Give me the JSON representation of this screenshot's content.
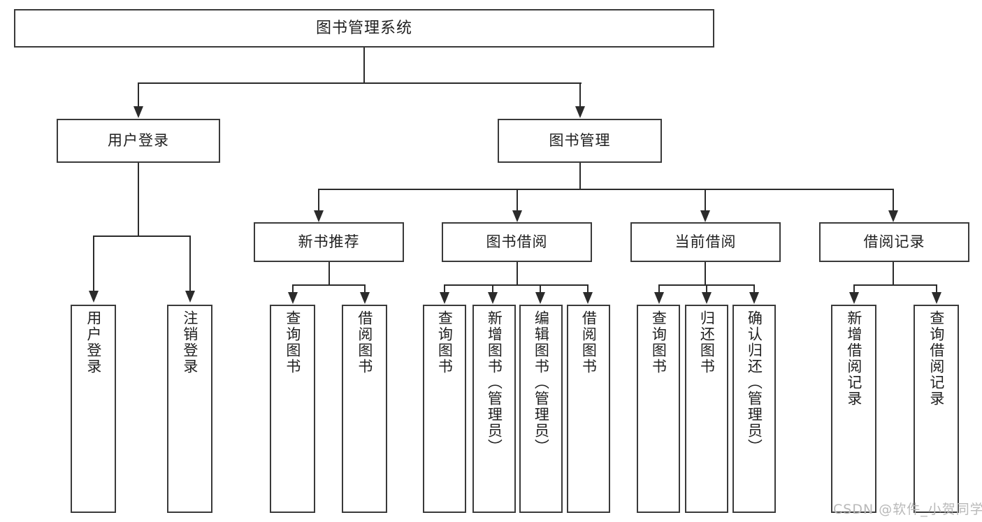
{
  "diagram": {
    "type": "tree",
    "title": "图书管理系统",
    "root": {
      "label": "图书管理系统"
    },
    "level2": [
      {
        "label": "用户登录"
      },
      {
        "label": "图书管理"
      }
    ],
    "level3": [
      {
        "label": "新书推荐"
      },
      {
        "label": "图书借阅"
      },
      {
        "label": "当前借阅"
      },
      {
        "label": "借阅记录"
      }
    ],
    "leaves": {
      "user_login": [
        {
          "label": "用户登录"
        },
        {
          "label": "注销登录"
        }
      ],
      "new_book_recommend": [
        {
          "label": "查询图书"
        },
        {
          "label": "借阅图书"
        }
      ],
      "book_borrow": [
        {
          "label": "查询图书"
        },
        {
          "label": "新增图书（管理员）"
        },
        {
          "label": "编辑图书（管理员）"
        },
        {
          "label": "借阅图书"
        }
      ],
      "current_borrow": [
        {
          "label": "查询图书"
        },
        {
          "label": "归还图书"
        },
        {
          "label": "确认归还（管理员）"
        }
      ],
      "borrow_record": [
        {
          "label": "新增借阅记录"
        },
        {
          "label": "查询借阅记录"
        }
      ]
    },
    "colors": {
      "box_border": "#3a3a3a",
      "connector": "#2b2b2b",
      "text": "#1f1f1f",
      "background": "#ffffff",
      "watermark": "#b9b9b9"
    }
  },
  "watermark": {
    "text": "CSDN @软件_小贺同学"
  }
}
